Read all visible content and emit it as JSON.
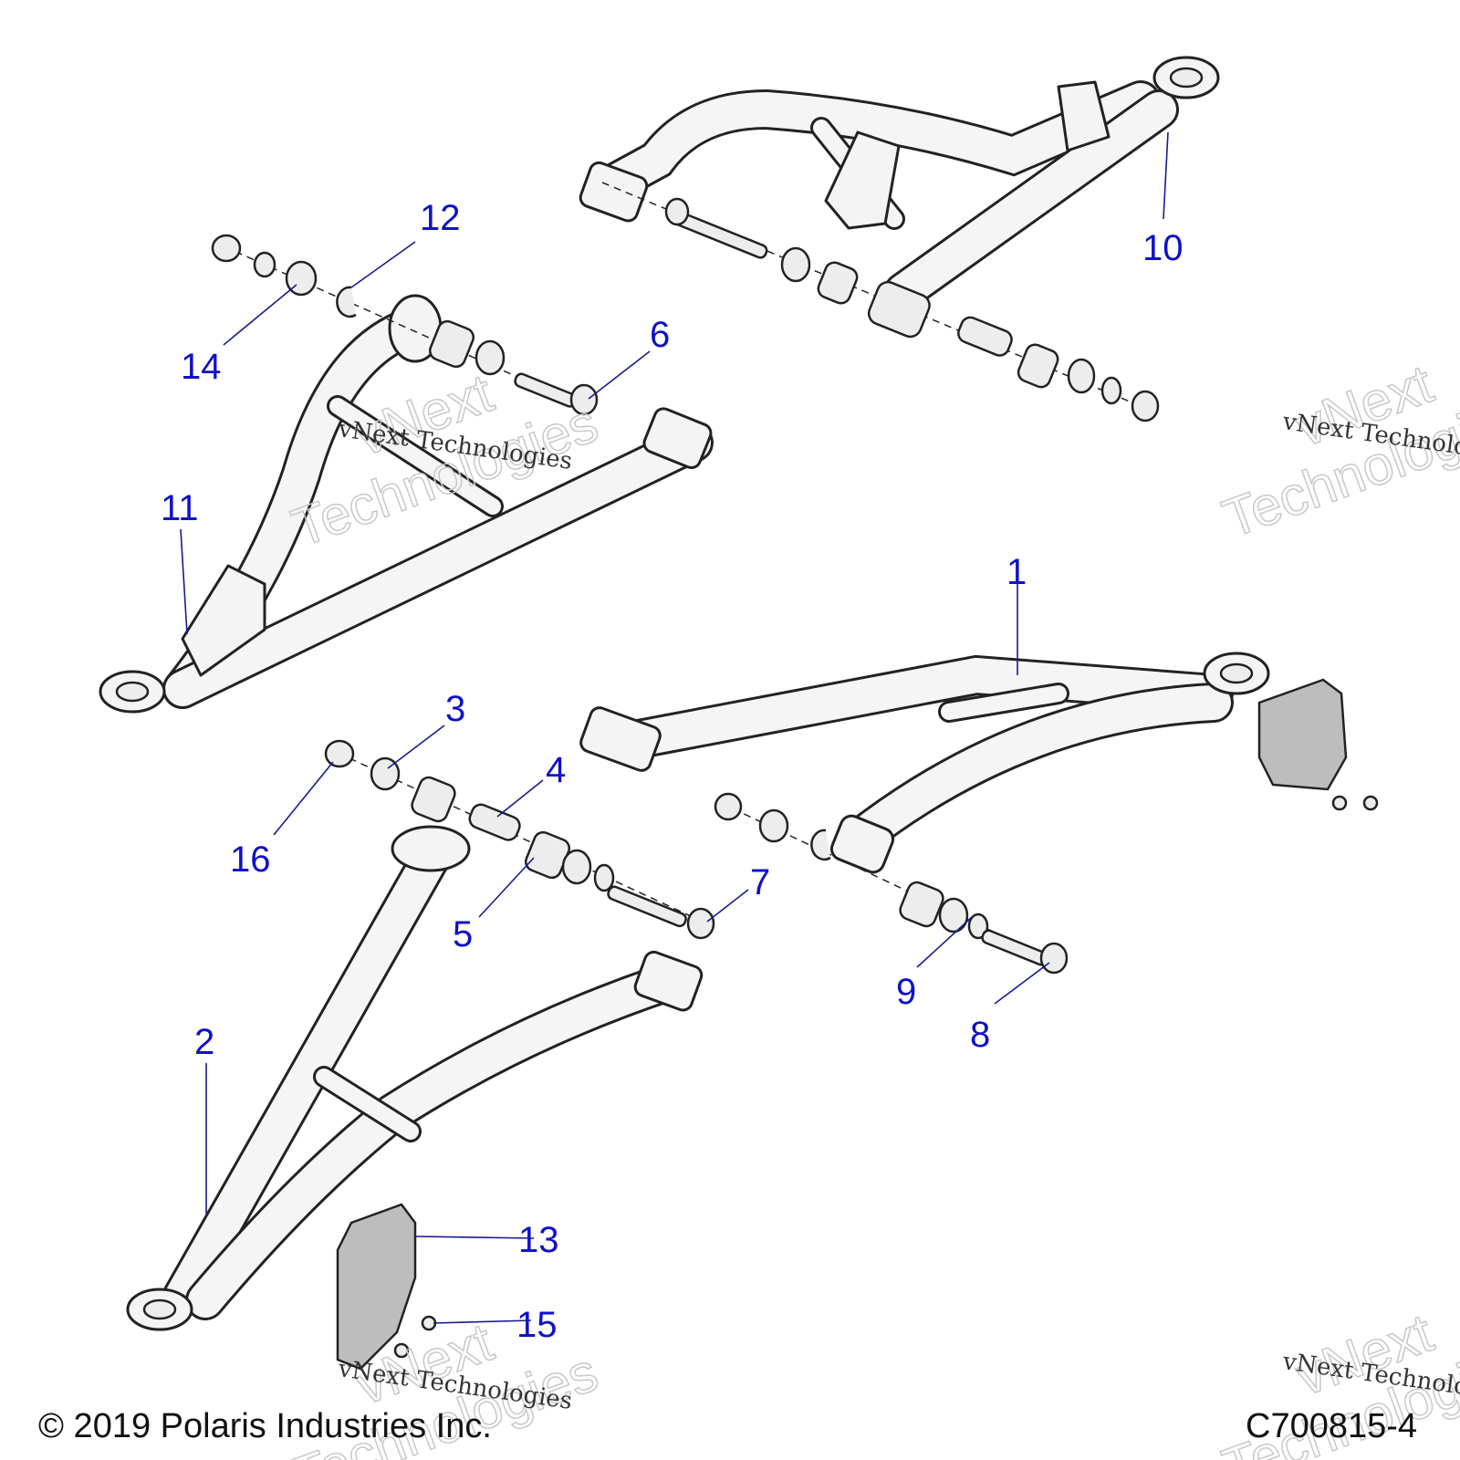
{
  "callouts": [
    {
      "id": "1",
      "label": "1"
    },
    {
      "id": "2",
      "label": "2"
    },
    {
      "id": "3",
      "label": "3"
    },
    {
      "id": "4",
      "label": "4"
    },
    {
      "id": "5",
      "label": "5"
    },
    {
      "id": "6",
      "label": "6"
    },
    {
      "id": "7",
      "label": "7"
    },
    {
      "id": "8",
      "label": "8"
    },
    {
      "id": "9",
      "label": "9"
    },
    {
      "id": "10",
      "label": "10"
    },
    {
      "id": "11",
      "label": "11"
    },
    {
      "id": "12",
      "label": "12"
    },
    {
      "id": "13",
      "label": "13"
    },
    {
      "id": "14",
      "label": "14"
    },
    {
      "id": "15",
      "label": "15"
    },
    {
      "id": "16",
      "label": "16"
    }
  ],
  "watermark": {
    "line": "vNext Technologies",
    "big_top": "vNext",
    "big_bottom": "Technologies"
  },
  "footer": {
    "copyright": "© 2019 Polaris Industries Inc.",
    "code": "C700815-4"
  },
  "colors": {
    "callout": "#1010c8",
    "plate": "#bdbdbd"
  }
}
